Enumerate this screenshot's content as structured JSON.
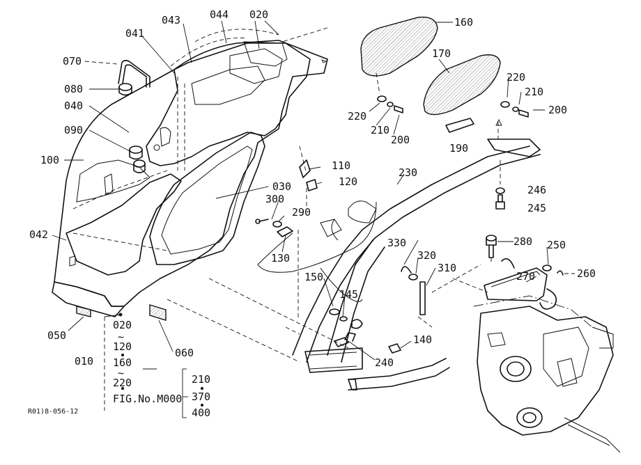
{
  "parts": {
    "p010": "010",
    "p020": "020",
    "p030": "030",
    "p040": "040",
    "p041": "041",
    "p042": "042",
    "p043": "043",
    "p044": "044",
    "p050": "050",
    "p060": "060",
    "p070": "070",
    "p080": "080",
    "p090": "090",
    "p100": "100",
    "p110": "110",
    "p120": "120",
    "p130": "130",
    "p140": "140",
    "p145": "145",
    "p150": "150",
    "p160": "160",
    "p170": "170",
    "p190": "190",
    "p200a": "200",
    "p200b": "200",
    "p210a": "210",
    "p210b": "210",
    "p220a": "220",
    "p220b": "220",
    "p230": "230",
    "p240": "240",
    "p245": "245",
    "p246": "246",
    "p250": "250",
    "p260": "260",
    "p270": "270",
    "p280": "280",
    "p290": "290",
    "p300": "300",
    "p310": "310",
    "p320": "320",
    "p330": "330"
  },
  "assembly": {
    "range_start": "020",
    "range_tilde1": "~",
    "range_mid1": "120",
    "range_mid2": "160",
    "range_tilde2": "~",
    "range_end": "220",
    "fig_ref": "FIG.No.M000",
    "sub_a": "210",
    "sub_b": "370",
    "sub_c": "400"
  },
  "drawing_code": "R01)8-056-12"
}
